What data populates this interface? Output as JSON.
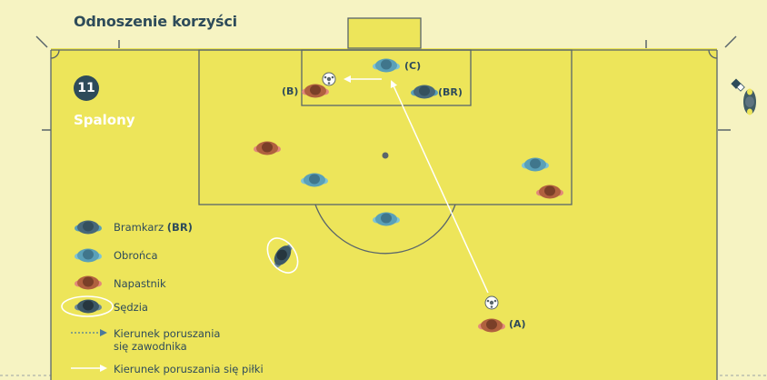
{
  "header": {
    "title": "Odnoszenie korzyści"
  },
  "scenario": {
    "number": "11",
    "name": "Spalony"
  },
  "labels": {
    "a": "(A)",
    "b": "(B)",
    "c": "(C)",
    "br": "(BR)"
  },
  "legend": {
    "goalkeeper": {
      "text": "Bramkarz ",
      "abbr": "(BR)"
    },
    "defender": "Obrońca",
    "attacker": "Napastnik",
    "referee": "Sędzia",
    "player_move_line1": "Kierunek poruszania",
    "player_move_line2": "się zawodnika",
    "ball_move": "Kierunek poruszania się piłki"
  },
  "colors": {
    "pitch": "#ede55a",
    "lines": "#59656b",
    "background": "#f6f3c2",
    "text_dark": "#2e4b5a",
    "goalkeeper": "#47687a",
    "defender": "#5aa0b8",
    "attacker": "#b0613f",
    "arrow": "#ffffff"
  },
  "icons": {
    "goalkeeper": "goalkeeper-player-icon",
    "defender": "defender-player-icon",
    "attacker": "attacker-player-icon",
    "referee": "referee-icon",
    "ball": "ball-icon",
    "corner_flag": "corner-flag-icon"
  }
}
